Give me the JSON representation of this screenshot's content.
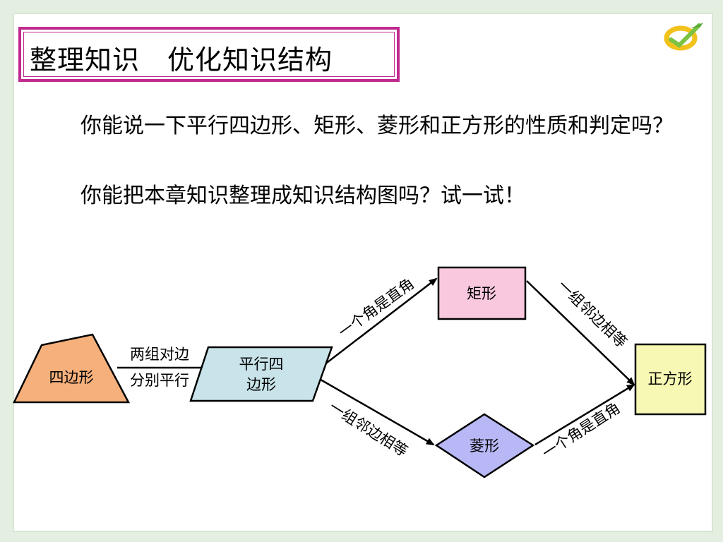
{
  "slide": {
    "title": "整理知识　优化知识结构",
    "paragraph1": "你能说一下平行四边形、矩形、菱形和正方形的性质和判定吗？",
    "paragraph2": "你能把本章知识整理成知识结构图吗？试一试！"
  },
  "diagram": {
    "nodes": {
      "quadrilateral": "四边形",
      "parallelogram_line1": "平行四",
      "parallelogram_line2": "边形",
      "rectangle": "矩形",
      "rhombus": "菱形",
      "square": "正方形"
    },
    "edges": {
      "quad_to_para_line1": "两组对边",
      "quad_to_para_line2": "分别平行",
      "para_to_rect": "一个角是直角",
      "para_to_rhombus": "一组邻边相等",
      "rect_to_square": "一组邻边相等",
      "rhombus_to_square": "一个角是直角"
    },
    "colors": {
      "quadrilateral": "#f6b07c",
      "parallelogram": "#c8e3e9",
      "rectangle": "#f9c8df",
      "rhombus": "#b9b8f6",
      "square": "#f6f8b4",
      "title_border": "#c02a8e"
    }
  },
  "icons": {
    "corner_logo": "pencil-check-icon"
  }
}
